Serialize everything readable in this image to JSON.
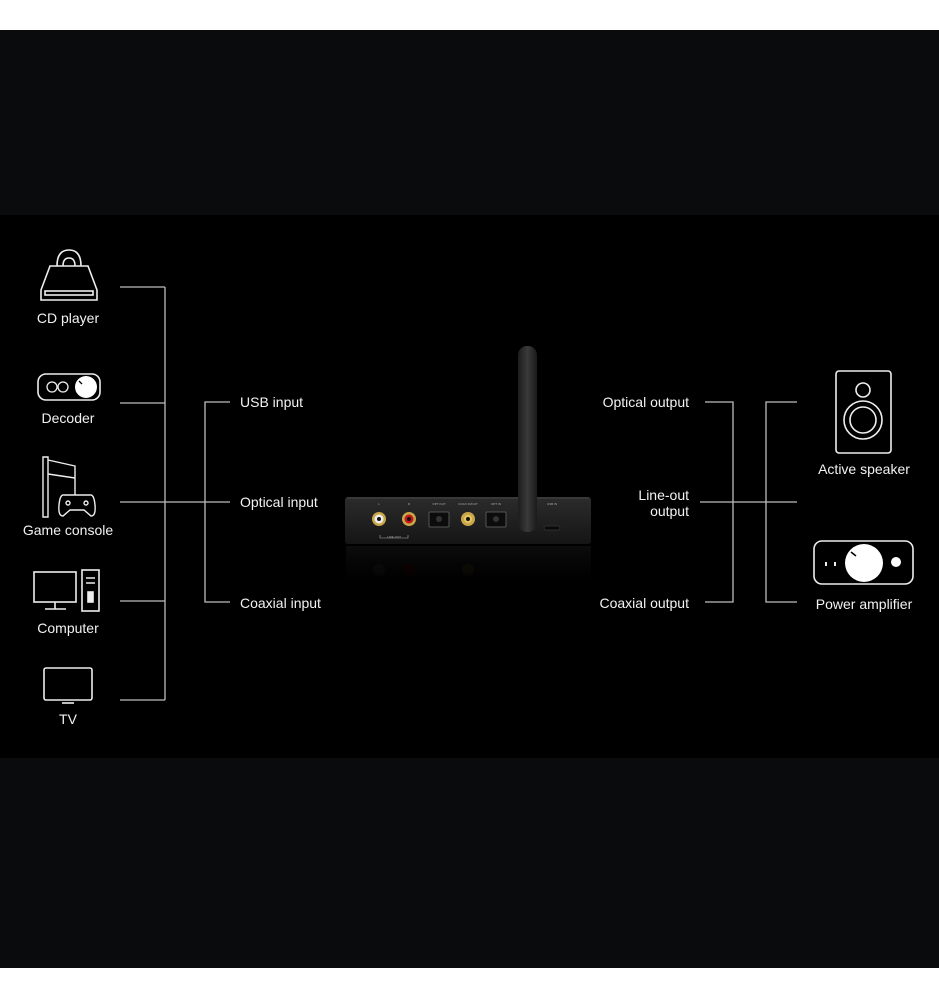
{
  "sources": [
    {
      "label": "CD player",
      "icon": "cd-player-icon"
    },
    {
      "label": "Decoder",
      "icon": "decoder-icon"
    },
    {
      "label": "Game console",
      "icon": "game-console-icon"
    },
    {
      "label": "Computer",
      "icon": "computer-icon"
    },
    {
      "label": "TV",
      "icon": "tv-icon"
    }
  ],
  "inputs": [
    "USB input",
    "Optical input",
    "Coaxial input"
  ],
  "outputs": {
    "optical": "Optical output",
    "lineout_1": "Line-out",
    "lineout_2": "output",
    "coaxial": "Coaxial output"
  },
  "destinations": [
    {
      "label": "Active speaker",
      "icon": "speaker-icon"
    },
    {
      "label": "Power amplifier",
      "icon": "amplifier-icon"
    }
  ],
  "device_ports": {
    "l": "L",
    "r": "R",
    "opt_out": "OPT OUT",
    "coax": "COAX IN/OUT",
    "opt_in": "OPT IN",
    "usb_in": "USB IN",
    "line_out": "LINE OUT"
  },
  "colors": {
    "line": "#bdbdbd",
    "text": "#f2f2f2",
    "rca_red": "#c0161a",
    "rca_gold": "#c9a64a"
  }
}
